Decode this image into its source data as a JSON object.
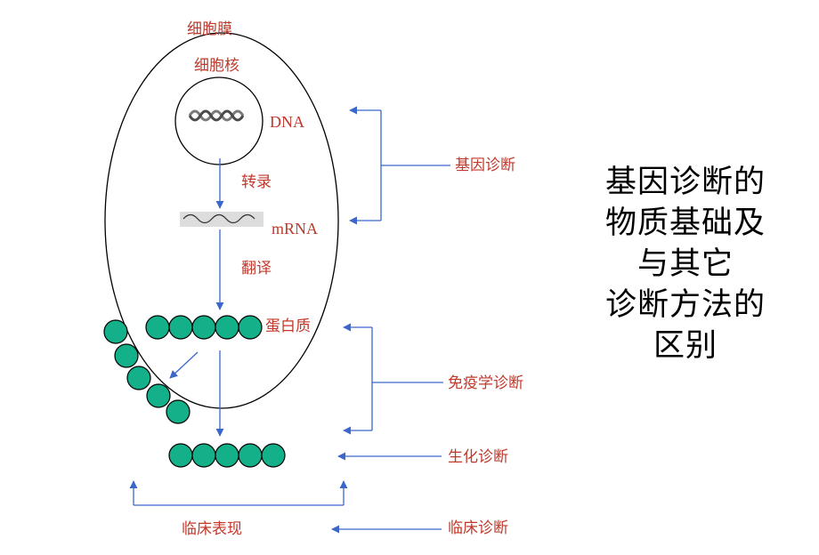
{
  "labels": {
    "cell_membrane": "细胞膜",
    "nucleus": "细胞核",
    "dna": "DNA",
    "transcription": "转录",
    "mrna": "mRNA",
    "translation": "翻译",
    "protein": "蛋白质",
    "gene_diagnosis": "基因诊断",
    "immunology_diagnosis": "免疫学诊断",
    "biochemical_diagnosis": "生化诊断",
    "clinical_manifestation": "临床表现",
    "clinical_diagnosis": "临床诊断"
  },
  "title_lines": [
    "基因诊断的",
    "物质基础及",
    "与其它",
    "诊断方法的",
    "区别"
  ],
  "colors": {
    "label_text": "#c0392b",
    "arrow": "#3a67c9",
    "protein_bead": "#14b08a",
    "outline": "#000000"
  }
}
